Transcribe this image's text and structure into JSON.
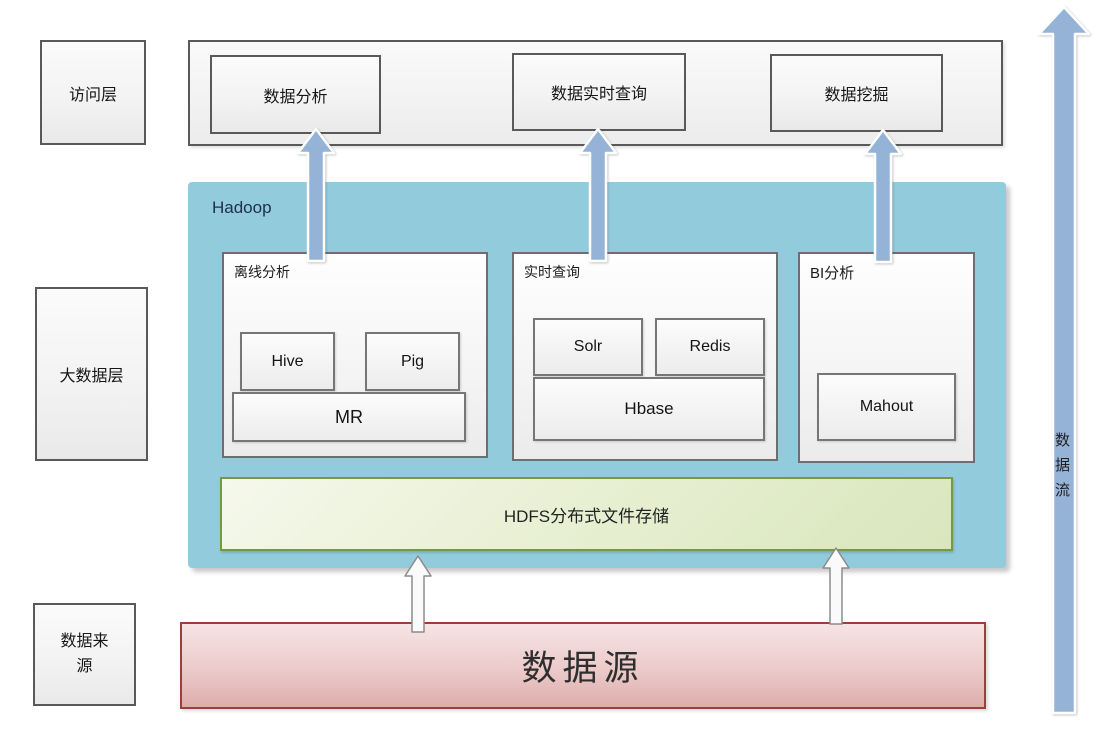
{
  "left_column": {
    "access_label": "访问层",
    "bigdata_label": "大数据层",
    "source_label": "数据来源"
  },
  "access_layer": {
    "apps": [
      {
        "label": "数据分析"
      },
      {
        "label": "数据实时查询"
      },
      {
        "label": "数据挖掘"
      }
    ]
  },
  "hadoop": {
    "title": "Hadoop",
    "offline": {
      "label": "离线分析",
      "hive": "Hive",
      "pig": "Pig",
      "mr": "MR"
    },
    "realtime": {
      "label": "实时查询",
      "solr": "Solr",
      "redis": "Redis",
      "hbase": "Hbase"
    },
    "bi": {
      "label": "BI分析",
      "mahout": "Mahout"
    },
    "hdfs_label": "HDFS分布式文件存储"
  },
  "source": {
    "label": "数据源"
  },
  "dataflow": {
    "label": "数据流"
  },
  "colors": {
    "hadoop_bg": "#92cbdc",
    "arrow_blue": "#95b3d7",
    "hdfs_fill": "#e6eed0",
    "hdfs_border": "#7a9742",
    "source_fill": "#ecc9c9",
    "source_border": "#9e3d3b",
    "box_border": "#58595b"
  }
}
